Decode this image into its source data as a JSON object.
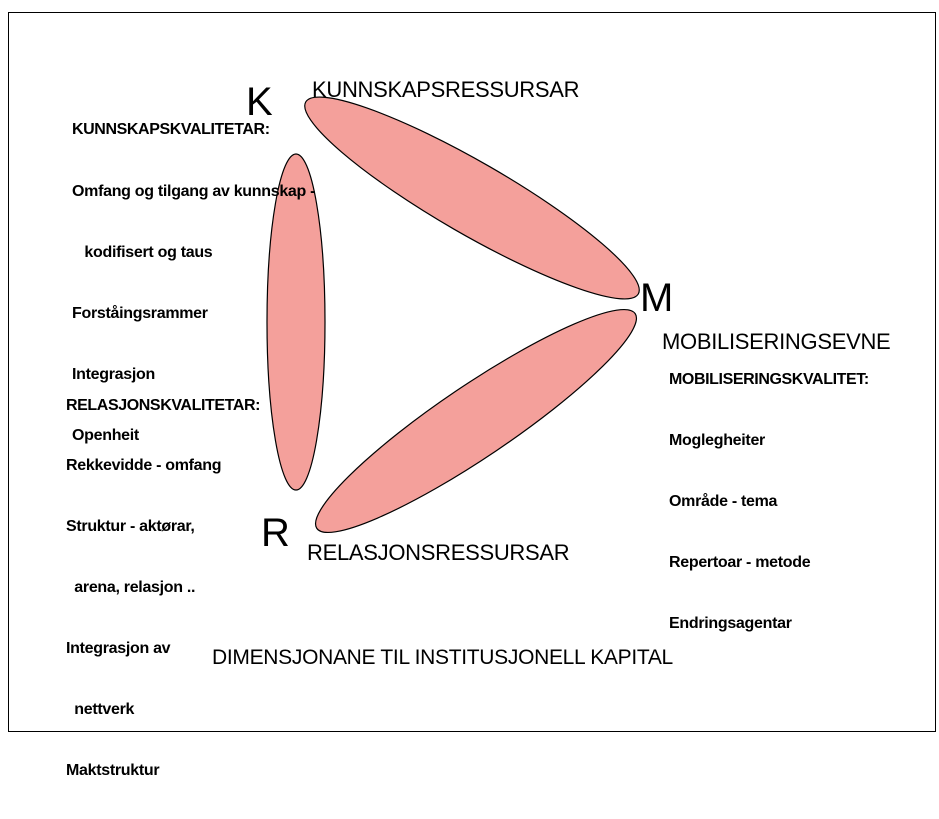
{
  "diagram": {
    "colors": {
      "ellipse_fill": "#f4a09b",
      "ellipse_stroke": "#000000",
      "border": "#000000"
    },
    "nodes": {
      "k": {
        "letter": "K",
        "title": "KUNNSKAPSRESSURSAR",
        "quality_title": "KUNNSKAPSKVALITETAR:",
        "items": [
          "Omfang og tilgang av kunnskap -",
          "   kodifisert og taus",
          "Forståingsrammer",
          "Integrasjon",
          "Openheit"
        ]
      },
      "m": {
        "letter": "M",
        "title": "MOBILISERINGSEVNE",
        "quality_title": "MOBILISERINGSKVALITET:",
        "items": [
          "Moglegheiter",
          "Område - tema",
          "Repertoar - metode",
          "Endringsagentar"
        ]
      },
      "r": {
        "letter": "R",
        "title": "RELASJONSRESSURSAR",
        "quality_title": "RELASJONSKVALITETAR:",
        "items": [
          "Rekkevidde - omfang",
          "Struktur - aktørar,",
          "  arena, relasjon ..",
          "Integrasjon av",
          "  nettverk",
          "Maktstruktur"
        ]
      }
    },
    "caption": "DIMENSJONANE TIL INSTITUSJONELL KAPITAL"
  }
}
